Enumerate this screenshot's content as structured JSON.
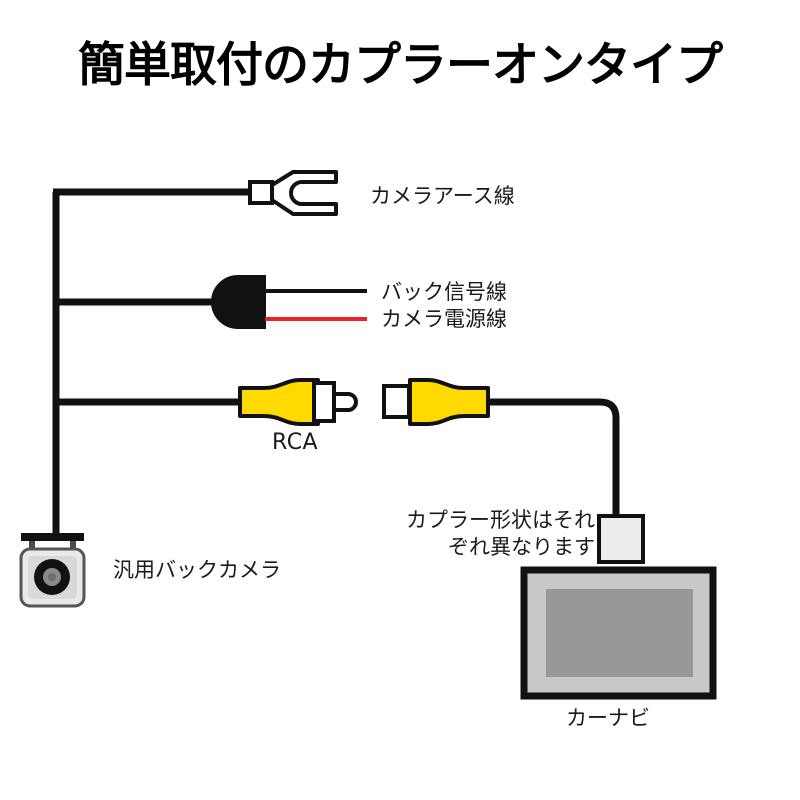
{
  "title": "簡単取付のカプラーオンタイプ",
  "labels": {
    "camera_ground_wire": "カメラアース線",
    "back_signal_wire": "バック信号線",
    "camera_power_wire": "カメラ電源線",
    "rca": "RCA",
    "backup_camera": "汎用バックカメラ",
    "car_navigation": "カーナビ",
    "coupler_note_line1": "カプラー形状はそれ",
    "coupler_note_line2": "ぞれ異なります"
  },
  "icons": {
    "spade_terminal": "spade-terminal-icon",
    "black_connector": "black-connector-icon",
    "rca_male_plug": "rca-male-plug-icon",
    "rca_female_jack": "rca-female-jack-icon",
    "backup_camera": "backup-camera-icon",
    "coupler_block": "coupler-block-icon",
    "car_navigation_monitor": "car-navigation-monitor-icon"
  },
  "colors": {
    "wire_black": "#111111",
    "wire_red": "#e8222a",
    "rca_yellow": "#ffd900",
    "connector_black": "#111111",
    "camera_body": "#e9e9e9",
    "camera_lens_outer": "#111111",
    "camera_lens_inner": "#8a8a8a",
    "navi_bezel": "#c8c8c8",
    "navi_screen": "#989898",
    "coupler_fill": "#eceded",
    "background": "#ffffff",
    "text": "#1a1a1a"
  }
}
